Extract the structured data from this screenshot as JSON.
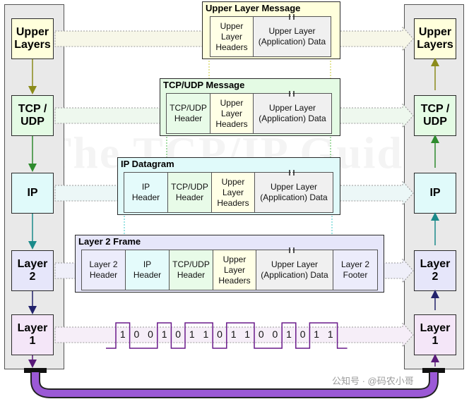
{
  "watermark": "The TCP/IP Guide",
  "layers": {
    "upper": "Upper\nLayers",
    "tcp": "TCP /\nUDP",
    "ip": "IP",
    "l2": "Layer\n2",
    "l1": "Layer\n1"
  },
  "messages": {
    "upper": {
      "title": "Upper Layer Message",
      "cells": [
        "Upper\nLayer\nHeaders",
        "Upper Layer\n(Application) Data"
      ]
    },
    "tcp": {
      "title": "TCP/UDP Message",
      "cells": [
        "TCP/UDP\nHeader",
        "Upper\nLayer\nHeaders",
        "Upper Layer\n(Application) Data"
      ]
    },
    "ip": {
      "title": "IP Datagram",
      "cells": [
        "IP\nHeader",
        "TCP/UDP\nHeader",
        "Upper\nLayer\nHeaders",
        "Upper Layer\n(Application) Data"
      ]
    },
    "l2": {
      "title": "Layer 2 Frame",
      "cells": [
        "Layer 2\nHeader",
        "IP\nHeader",
        "TCP/UDP\nHeader",
        "Upper\nLayer\nHeaders",
        "Upper Layer\n(Application) Data",
        "Layer 2\nFooter"
      ]
    }
  },
  "bits": [
    "1",
    "0",
    "0",
    "1",
    "0",
    "1",
    "1",
    "0",
    "1",
    "1",
    "0",
    "0",
    "1",
    "0",
    "1",
    "1"
  ],
  "credit": "公知号 · @码农小哥",
  "colors": {
    "upper": "#ffffdc",
    "tcp": "#e4fbe4",
    "ip": "#e0fafa",
    "l2": "#e6e6fa",
    "l1": "#f4e6f8",
    "cable": "#9b59d6"
  }
}
